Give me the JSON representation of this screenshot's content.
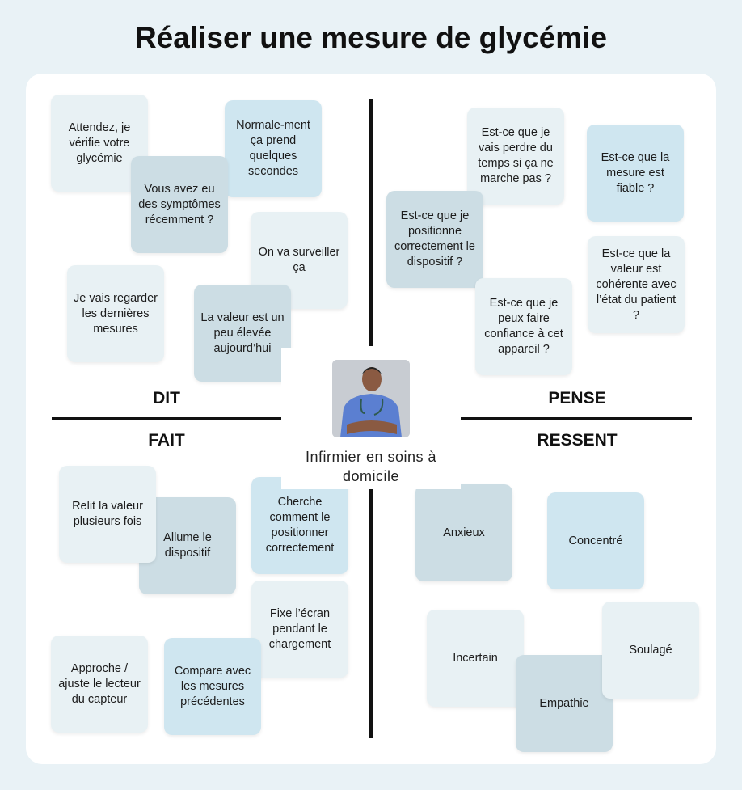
{
  "title": "Réaliser une mesure de glycémie",
  "persona": {
    "name": "Infirmier en soins à domicile"
  },
  "quadrants": {
    "dit": "DIT",
    "pense": "PENSE",
    "fait": "FAIT",
    "ressent": "RESSENT"
  },
  "dit": [
    "Attendez, je vérifie votre glycémie",
    "Normale-ment ça prend quelques secondes",
    "Vous avez eu des symptômes récemment ?",
    "On va surveiller ça",
    "Je vais regarder les dernières mesures",
    "La valeur est un peu élevée aujourd’hui"
  ],
  "pense": [
    "Est-ce que je vais perdre du temps si ça ne marche pas ?",
    "Est-ce que la mesure est fiable ?",
    "Est-ce que je positionne correctement le dispositif ?",
    "Est-ce que la valeur est cohérente avec l’état du patient ?",
    "Est-ce que je peux faire confiance à cet appareil ?"
  ],
  "fait": [
    "Allume le dispositif",
    "Relit la valeur plusieurs fois",
    "Cherche comment le positionner correctement",
    "Fixe l’écran pendant le chargement",
    "Approche / ajuste le lecteur du capteur",
    "Compare avec les mesures précédentes"
  ],
  "ressent": [
    "Anxieux",
    "Concentré",
    "Incertain",
    "Empathie",
    "Soulagé"
  ],
  "colors": {
    "light": "#e8f1f4",
    "medium": "#ccdde4",
    "blue": "#cfe6f0"
  }
}
